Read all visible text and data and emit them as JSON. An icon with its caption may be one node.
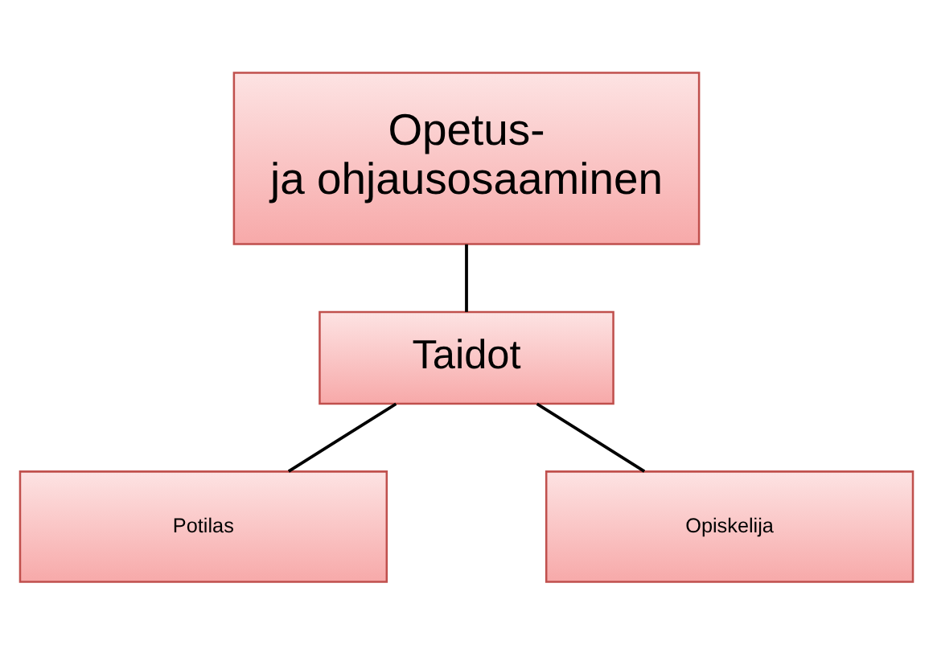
{
  "diagram": {
    "nodes": [
      {
        "text": [
          "Opetus- ja ohjausosaaminen"
        ]
      },
      {
        "text": [
          "Taidot"
        ]
      },
      {
        "text": [
          "Potilas"
        ]
      },
      {
        "text": [
          "Opiskelija"
        ]
      }
    ],
    "edges": [
      {
        "from": 0,
        "to": 1,
        "arrow": "none"
      },
      {
        "from": 1,
        "to": 2,
        "arrow": "none"
      },
      {
        "from": 1,
        "to": 3,
        "arrow": "none"
      }
    ]
  }
}
